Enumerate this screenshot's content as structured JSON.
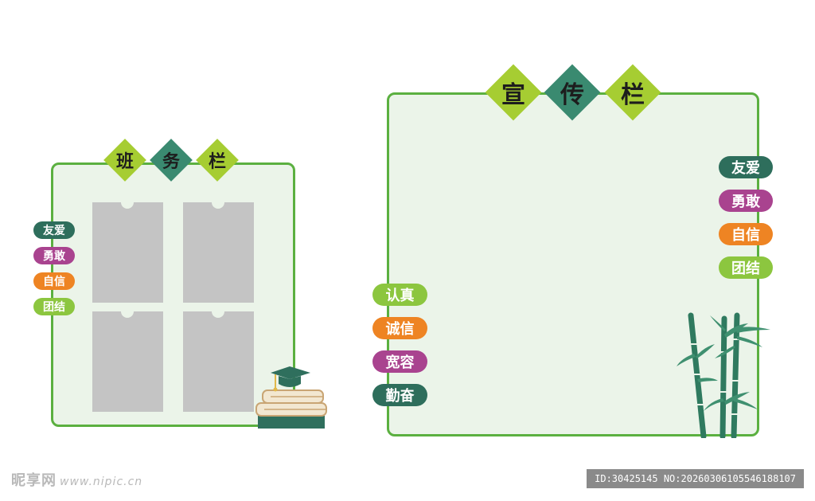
{
  "left_board": {
    "title_chars": [
      "班",
      "务",
      "栏"
    ],
    "tags": [
      {
        "label": "友爱",
        "color": "#2e6e5c"
      },
      {
        "label": "勇敢",
        "color": "#a9438f"
      },
      {
        "label": "自信",
        "color": "#ee8423"
      },
      {
        "label": "团结",
        "color": "#8cc63f"
      }
    ]
  },
  "right_board": {
    "title_chars": [
      "宣",
      "传",
      "栏"
    ],
    "left_tags": [
      {
        "label": "认真",
        "color": "#8cc63f"
      },
      {
        "label": "诚信",
        "color": "#ee8423"
      },
      {
        "label": "宽容",
        "color": "#a9438f"
      },
      {
        "label": "勤奋",
        "color": "#2e6e5c"
      }
    ],
    "right_tags": [
      {
        "label": "友爱",
        "color": "#2e6e5c"
      },
      {
        "label": "勇敢",
        "color": "#a9438f"
      },
      {
        "label": "自信",
        "color": "#ee8423"
      },
      {
        "label": "团结",
        "color": "#8cc63f"
      }
    ]
  },
  "colors": {
    "border": "#5bb040",
    "board_bg": "#ebf4e9",
    "diamond_light": "#a6cd32",
    "diamond_dark": "#3a8a70",
    "photo": "#c4c4c4"
  },
  "watermark": {
    "site_name": "昵享网",
    "site_url": "www.nipic.cn",
    "id_text": "ID:30425145 NO:20260306105546188107"
  }
}
